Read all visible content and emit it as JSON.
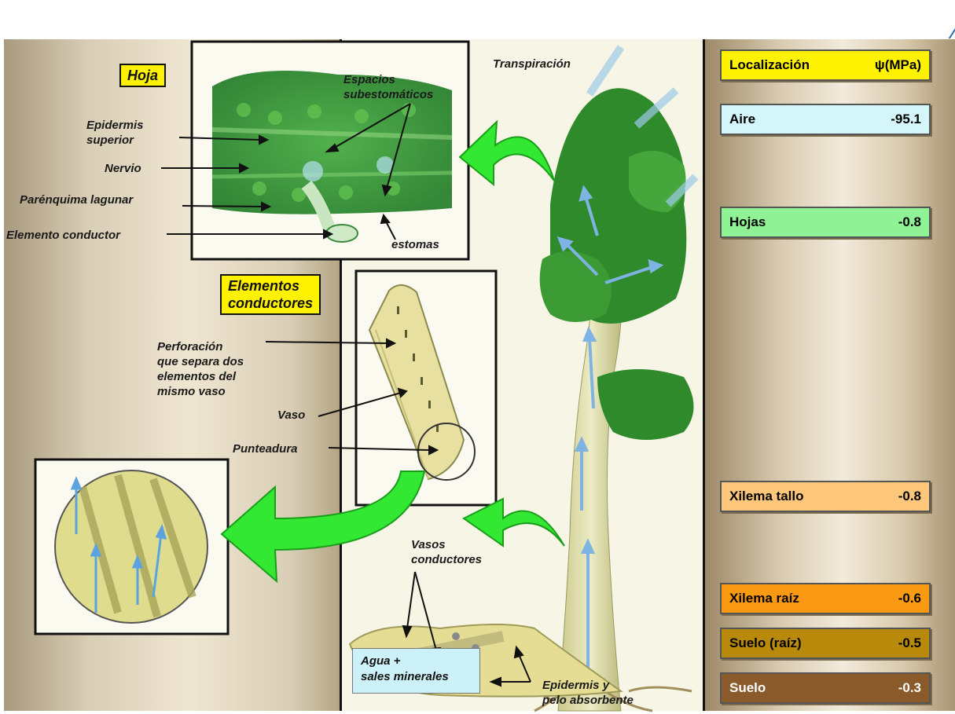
{
  "labels": {
    "hoja": "Hoja",
    "elementos": "Elementos\nconductores",
    "espacios": "Espacios\nsubestomáticos",
    "epidermis_sup": "Epidermis\nsuperior",
    "nervio": "Nervio",
    "parenquima": "Parénquima lagunar",
    "elemento_conductor": "Elemento conductor",
    "estomas": "estomas",
    "transpiracion": "Transpiración",
    "perforacion": "Perforación\nque separa dos\nelementos del\nmismo vaso",
    "vaso": "Vaso",
    "punteadura": "Punteadura",
    "vasos_conductores": "Vasos\nconductores",
    "agua": "Agua +\nsales minerales",
    "epidermis_pelo": "Epidermis y\npelo absorbente"
  },
  "table": {
    "header_loc": "Localización",
    "header_psi": "ψ(MPa)",
    "rows": [
      {
        "loc": "Aire",
        "psi": "-95.1",
        "color": "#d4f6fb"
      },
      {
        "loc": "Hojas",
        "psi": "-0.8",
        "color": "#8ff294"
      },
      {
        "loc": "Xilema tallo",
        "psi": "-0.8",
        "color": "#fcc77a"
      },
      {
        "loc": "Xilema raíz",
        "psi": "-0.6",
        "color": "#fa9a12"
      },
      {
        "loc": "Suelo (raíz)",
        "psi": "-0.5",
        "color": "#b88a0c"
      },
      {
        "loc": "Suelo",
        "psi": "-0.3",
        "color": "#8a5a2a"
      }
    ]
  },
  "colors": {
    "arrow": "#33e833",
    "header": "#fff200",
    "water_arrow": "#6aaee0"
  },
  "icons": [
    "green-arrow-icon",
    "water-flow-arrow-icon"
  ]
}
